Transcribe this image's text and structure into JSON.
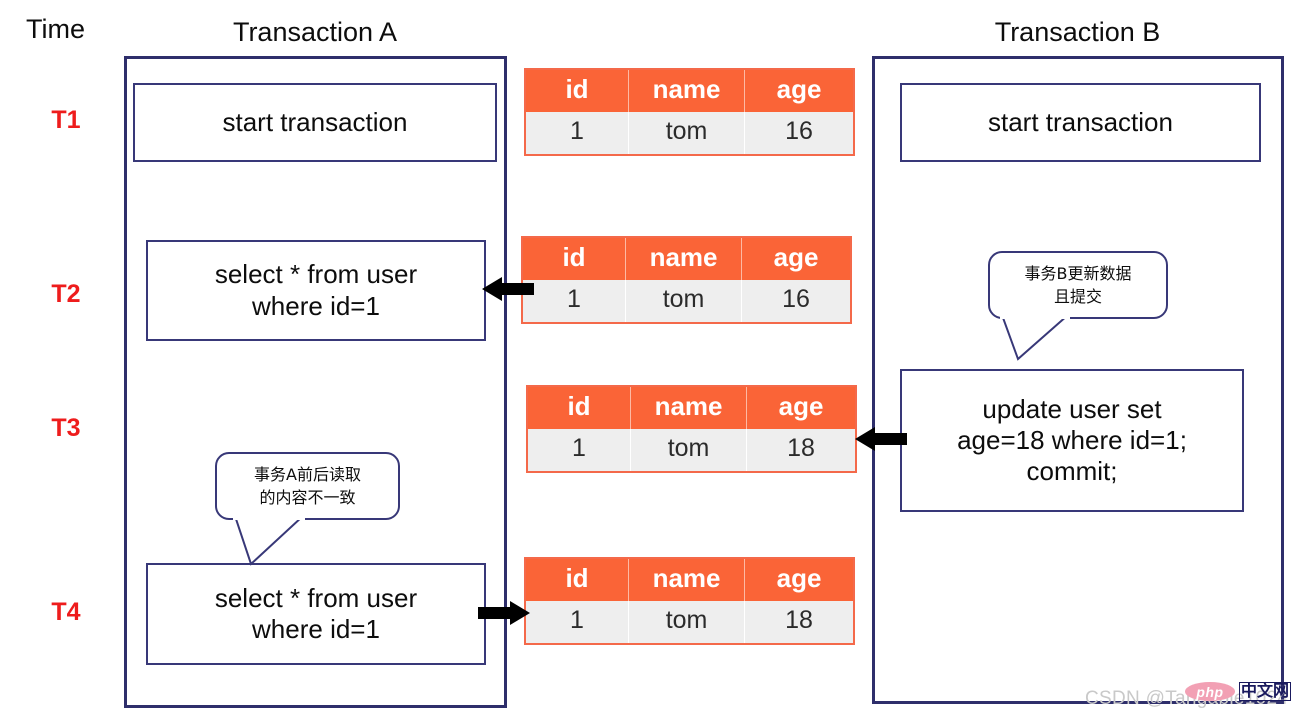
{
  "header": {
    "time_label": "Time",
    "transaction_a_title": "Transaction A",
    "transaction_b_title": "Transaction B"
  },
  "time_ticks": [
    {
      "label": "T1"
    },
    {
      "label": "T2"
    },
    {
      "label": "T3"
    },
    {
      "label": "T4"
    }
  ],
  "transaction_a": {
    "t1_statement": "start transaction",
    "t2_statement": "select * from user\nwhere id=1",
    "t4_statement": "select * from user\nwhere id=1"
  },
  "transaction_b": {
    "t1_statement": "start transaction",
    "t3_statement": "update user set\nage=18 where id=1;\ncommit;"
  },
  "tables": {
    "columns": [
      "id",
      "name",
      "age"
    ],
    "t1": {
      "id": "1",
      "name": "tom",
      "age": "16"
    },
    "t2": {
      "id": "1",
      "name": "tom",
      "age": "16"
    },
    "t3": {
      "id": "1",
      "name": "tom",
      "age": "18"
    },
    "t4": {
      "id": "1",
      "name": "tom",
      "age": "18"
    }
  },
  "arrows": [
    {
      "name": "arrow-t2",
      "direction": "left"
    },
    {
      "name": "arrow-t3",
      "direction": "left"
    },
    {
      "name": "arrow-t4",
      "direction": "right"
    }
  ],
  "callouts": {
    "transaction_b_note_line1": "事务B更新数据",
    "transaction_b_note_line2": "且提交",
    "transaction_a_note_line1": "事务A前后读取",
    "transaction_a_note_line2": "的内容不一致"
  },
  "watermark": {
    "text": "CSDN @Tangable1024",
    "badge_php": "php",
    "badge_cn": "中文网"
  },
  "colors": {
    "table_header": "#fa6437",
    "table_row": "#eeeeee",
    "table_border": "#f4694a",
    "box_border": "#383878",
    "lane_border": "#2e2e6b",
    "tick_red": "#ee1c1c",
    "arrow_black": "#000000"
  }
}
